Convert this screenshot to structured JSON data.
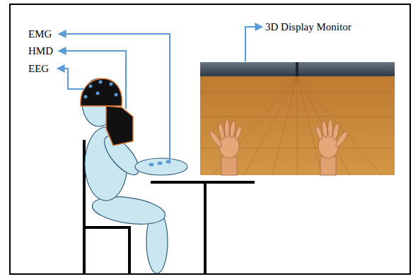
{
  "diagram": {
    "labels": [
      "EMG",
      "HMD",
      "EEG",
      "3D Display Monitor"
    ]
  }
}
